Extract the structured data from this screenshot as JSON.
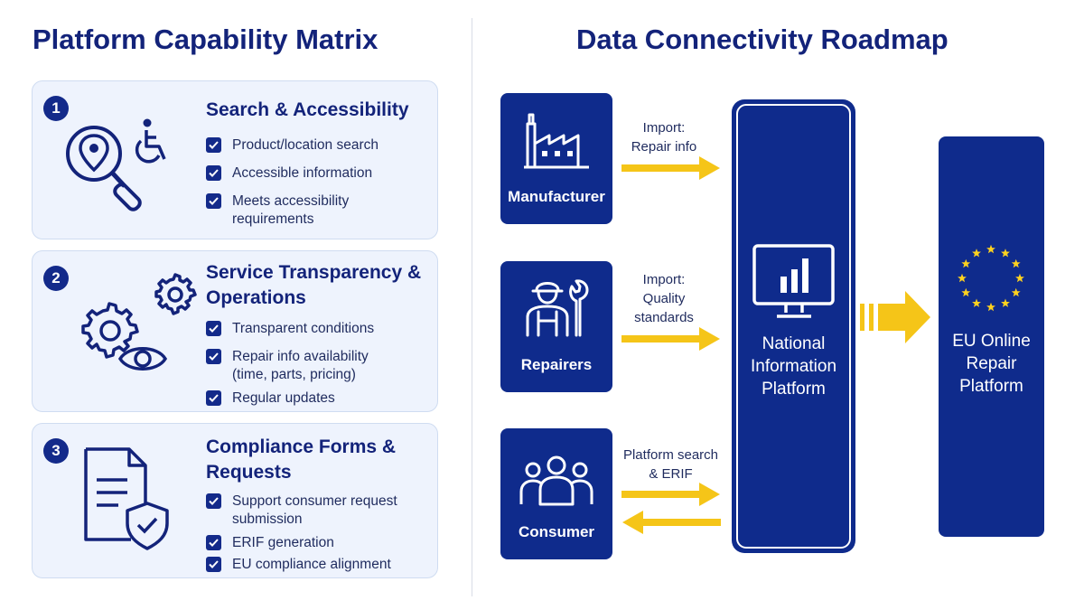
{
  "left_panel": {
    "title": "Platform Capability Matrix",
    "cards": [
      {
        "number": "1",
        "heading": "Search & Accessibility",
        "items": [
          "Product/location search",
          "Accessible information",
          "Meets accessibility requirements"
        ],
        "icons": [
          "magnifier-pin-icon",
          "wheelchair-icon"
        ]
      },
      {
        "number": "2",
        "heading": "Service Transparency & Operations",
        "items": [
          "Transparent conditions",
          "Repair info availability (time, parts, pricing)",
          "Regular updates"
        ],
        "icons": [
          "gears-icon",
          "eye-icon"
        ]
      },
      {
        "number": "3",
        "heading": "Compliance Forms & Requests",
        "items": [
          "Support consumer request submission",
          "ERIF generation",
          "EU compliance alignment"
        ],
        "icons": [
          "document-shield-icon"
        ]
      }
    ]
  },
  "right_panel": {
    "title": "Data Connectivity Roadmap",
    "actors": [
      {
        "label": "Manufacturer",
        "icon": "factory-icon"
      },
      {
        "label": "Repairers",
        "icon": "worker-wrench-icon"
      },
      {
        "label": "Consumer",
        "icon": "people-icon"
      }
    ],
    "flows": [
      {
        "label": "Import: Repair info",
        "direction": "to-platform"
      },
      {
        "label": "Import: Quality standards",
        "direction": "to-platform"
      },
      {
        "label": "Platform search & ERIF",
        "direction": "bidirectional"
      }
    ],
    "national_platform": {
      "label": "National Information Platform",
      "icon": "monitor-chart-icon"
    },
    "eu_platform": {
      "label": "EU Online Repair Platform",
      "icon": "eu-stars-icon"
    }
  },
  "colors": {
    "navy": "#0f2b8c",
    "title": "#13237a",
    "card_bg": "#eef3fd",
    "arrow": "#f5c518",
    "star": "#ffd21f"
  }
}
